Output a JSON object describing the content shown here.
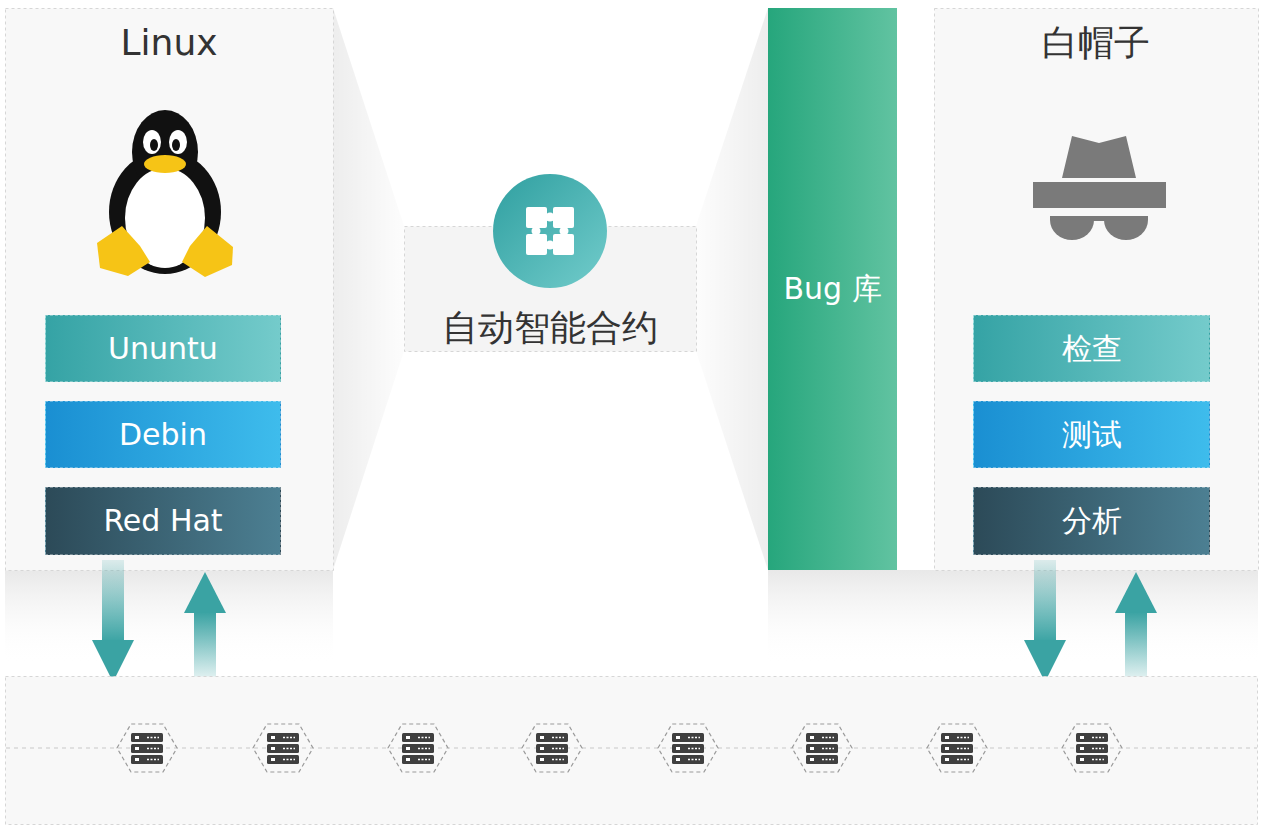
{
  "diagram": {
    "nodes": [
      {
        "text": [
          "Linux"
        ]
      },
      {
        "text": [
          "Ununtu"
        ],
        "in": 0
      },
      {
        "text": [
          "Debin"
        ],
        "in": 0
      },
      {
        "text": [
          "Red Hat"
        ],
        "in": 0
      },
      {
        "text": [
          "自动智能合约"
        ]
      },
      {
        "text": [
          "Bug 库"
        ]
      },
      {
        "text": [
          "白帽子"
        ]
      },
      {
        "text": [
          "检查"
        ],
        "in": 6
      },
      {
        "text": [
          "测试"
        ],
        "in": 6
      },
      {
        "text": [
          "分析"
        ],
        "in": 6
      }
    ]
  }
}
